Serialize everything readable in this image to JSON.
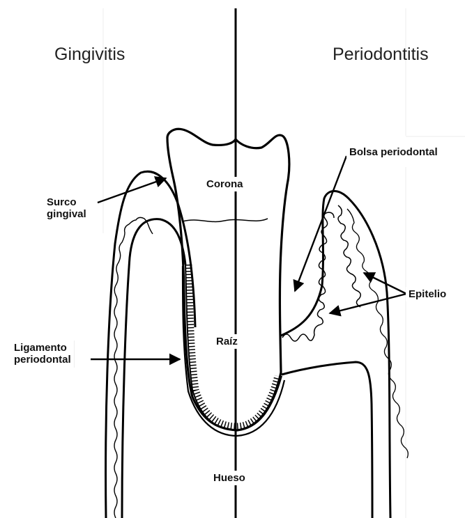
{
  "diagram": {
    "left_title": "Gingivitis",
    "right_title": "Periodontitis",
    "labels": {
      "corona": "Corona",
      "raiz": "Raíz",
      "hueso": "Hueso",
      "surco_line1": "Surco",
      "surco_line2": "gingival",
      "ligamento_line1": "Ligamento",
      "ligamento_line2": "periodontal",
      "bolsa": "Bolsa periodontal",
      "epitelio": "Epitelio"
    }
  }
}
